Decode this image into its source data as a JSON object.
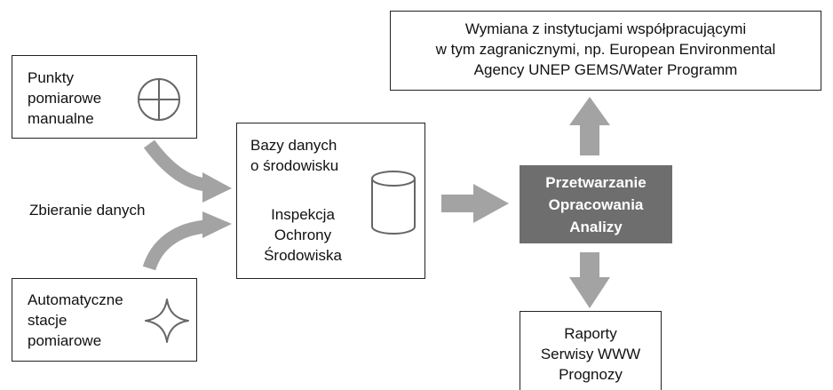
{
  "manual_points": {
    "lines": [
      "Punkty",
      "pomiarowe",
      "manualne"
    ]
  },
  "collecting_label": "Zbieranie danych",
  "automatic_stations": {
    "lines": [
      "Automatyczne",
      "stacje",
      "pomiarowe"
    ]
  },
  "database": {
    "title_lines": [
      "Bazy danych",
      "o środowisku"
    ],
    "owner_lines": [
      "Inspekcja",
      "Ochrony",
      "Środowiska"
    ]
  },
  "processing": {
    "lines": [
      "Przetwarzanie",
      "Opracowania",
      "Analizy"
    ]
  },
  "exchange": {
    "lines": [
      "Wymiana z instytucjami współpracującymi",
      "w tym zagranicznymi, np. European Environmental",
      "Agency UNEP GEMS/Water Programm"
    ]
  },
  "reports": {
    "lines": [
      "Raporty",
      "Serwisy WWW",
      "Prognozy"
    ]
  },
  "colors": {
    "arrow": "#a3a3a3",
    "processing_bg": "#6e6e6e",
    "border": "#222222",
    "icon": "#666666"
  },
  "icons": {
    "manual": "circle-cross-icon",
    "automatic": "four-point-star-icon",
    "database": "cylinder-icon"
  }
}
